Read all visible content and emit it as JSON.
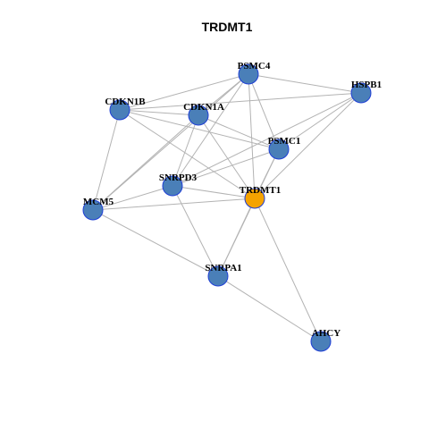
{
  "title": "TRDMT1",
  "colors": {
    "node_default": "#4a7fb8",
    "node_highlight": "#f5a300",
    "node_border": "#1f3fd6",
    "edge": "#b3b3b3"
  },
  "nodes": [
    {
      "id": "PSMC4",
      "label": "PSMC4",
      "highlight": false
    },
    {
      "id": "HSPB1",
      "label": "HSPB1",
      "highlight": false
    },
    {
      "id": "CDKN1B",
      "label": "CDKN1B",
      "highlight": false
    },
    {
      "id": "CDKN1A",
      "label": "CDKN1A",
      "highlight": false
    },
    {
      "id": "PSMC1",
      "label": "PSMC1",
      "highlight": false
    },
    {
      "id": "SNRPD3",
      "label": "SNRPD3",
      "highlight": false
    },
    {
      "id": "TRDMT1",
      "label": "TRDMT1",
      "highlight": true
    },
    {
      "id": "MCM5",
      "label": "MCM5",
      "highlight": false
    },
    {
      "id": "SNRPA1",
      "label": "SNRPA1",
      "highlight": false
    },
    {
      "id": "AHCY",
      "label": "AHCY",
      "highlight": false
    }
  ],
  "edges": [
    [
      "PSMC4",
      "HSPB1"
    ],
    [
      "PSMC4",
      "CDKN1B"
    ],
    [
      "PSMC4",
      "CDKN1A"
    ],
    [
      "PSMC4",
      "PSMC1"
    ],
    [
      "PSMC4",
      "SNRPD3"
    ],
    [
      "PSMC4",
      "TRDMT1"
    ],
    [
      "PSMC4",
      "MCM5"
    ],
    [
      "HSPB1",
      "CDKN1B"
    ],
    [
      "HSPB1",
      "PSMC1"
    ],
    [
      "HSPB1",
      "TRDMT1"
    ],
    [
      "HSPB1",
      "SNRPD3"
    ],
    [
      "CDKN1B",
      "CDKN1A"
    ],
    [
      "CDKN1B",
      "PSMC1"
    ],
    [
      "CDKN1B",
      "TRDMT1"
    ],
    [
      "CDKN1B",
      "MCM5"
    ],
    [
      "CDKN1A",
      "PSMC1"
    ],
    [
      "CDKN1A",
      "SNRPD3"
    ],
    [
      "CDKN1A",
      "TRDMT1"
    ],
    [
      "CDKN1A",
      "MCM5"
    ],
    [
      "PSMC1",
      "TRDMT1"
    ],
    [
      "PSMC1",
      "SNRPD3"
    ],
    [
      "PSMC1",
      "SNRPA1"
    ],
    [
      "SNRPD3",
      "TRDMT1"
    ],
    [
      "SNRPD3",
      "MCM5"
    ],
    [
      "SNRPD3",
      "SNRPA1"
    ],
    [
      "TRDMT1",
      "MCM5"
    ],
    [
      "TRDMT1",
      "SNRPA1"
    ],
    [
      "TRDMT1",
      "AHCY"
    ],
    [
      "MCM5",
      "SNRPA1"
    ],
    [
      "SNRPA1",
      "AHCY"
    ]
  ]
}
